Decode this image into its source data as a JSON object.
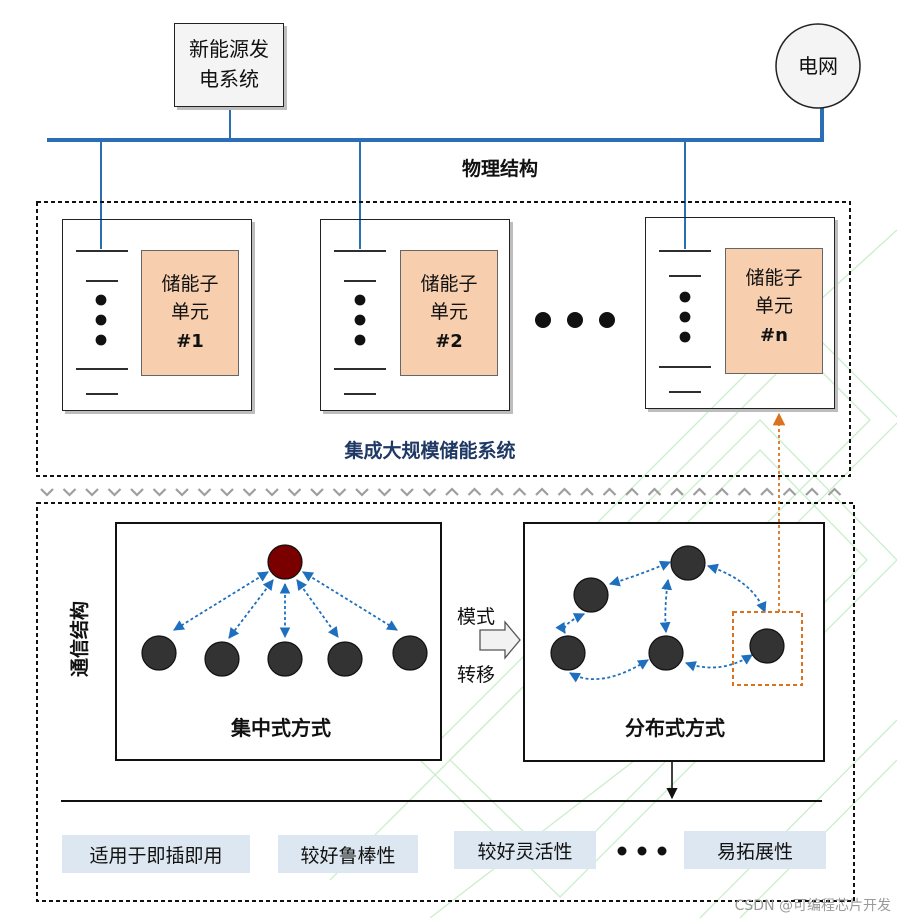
{
  "physical": {
    "source_box": {
      "line1": "新能源发",
      "line2": "电系统"
    },
    "grid_label": "电网",
    "section_title": "物理结构",
    "units": [
      {
        "line1": "储能子",
        "line2": "单元",
        "id": "#1"
      },
      {
        "line1": "储能子",
        "line2": "单元",
        "id": "#2"
      },
      {
        "line1": "储能子",
        "line2": "单元",
        "id": "#n"
      }
    ],
    "system_title": "集成大规模储能系统"
  },
  "communication": {
    "section_title": "通信结构",
    "centralized_title": "集中式方式",
    "distributed_title": "分布式方式",
    "transfer_line1": "模式",
    "transfer_line2": "转移"
  },
  "features": [
    "适用于即插即用",
    "较好鲁棒性",
    "较好灵活性",
    "易拓展性"
  ],
  "watermark": "CSDN @可编程芯片开发",
  "colors": {
    "bus_line": "#2a6fb5",
    "unit_fill": "#f7cfae",
    "feature_fill": "#dde7f1",
    "central_node": "#7a0000",
    "node": "#333333",
    "dashed_arrow": "#1f6fbf",
    "highlight": "#d8731f",
    "chevron": "#9e9e9e"
  }
}
